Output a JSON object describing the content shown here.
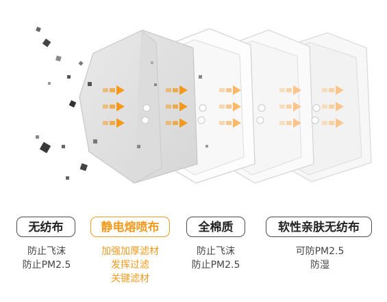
{
  "accent_color": "#f39a1e",
  "layers": [
    {
      "title": "无纺布",
      "lines": [
        "防止飞沫",
        "防止PM2.5"
      ],
      "highlight": false
    },
    {
      "title": "静电熔喷布",
      "lines": [
        "加强加厚滤材",
        "发挥过滤",
        "关键滤材"
      ],
      "highlight": true
    },
    {
      "title": "全棉质",
      "lines": [
        "防止飞沫",
        "防止PM2.5"
      ],
      "highlight": false
    },
    {
      "title": "软性亲肤无纺布",
      "lines": [
        "可防PM2.5",
        "防湿"
      ],
      "highlight": false
    }
  ],
  "icons": [
    "dust-particle-icon",
    "airflow-arrow-icon"
  ]
}
